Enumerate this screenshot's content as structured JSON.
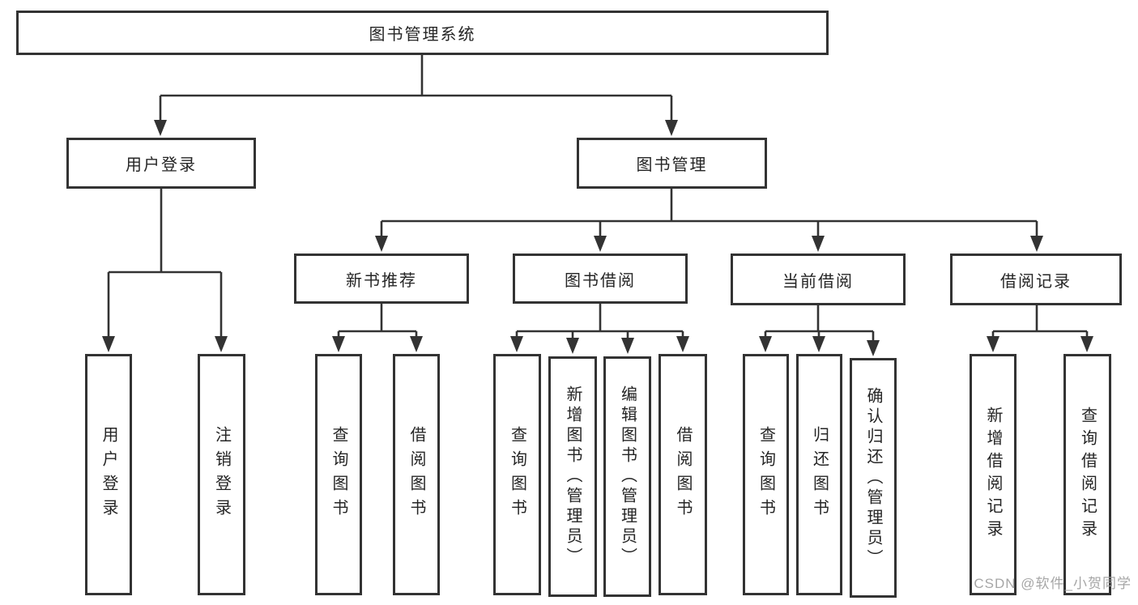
{
  "diagram_title": "图书管理系统",
  "tree": {
    "root": "图书管理系统",
    "children": [
      {
        "label": "用户登录",
        "children": [
          {
            "label": "用户登录"
          },
          {
            "label": "注销登录"
          }
        ]
      },
      {
        "label": "图书管理",
        "children": [
          {
            "label": "新书推荐",
            "children": [
              {
                "label": "查询图书"
              },
              {
                "label": "借阅图书"
              }
            ]
          },
          {
            "label": "图书借阅",
            "children": [
              {
                "label": "查询图书"
              },
              {
                "label": "新增图书（管理员）"
              },
              {
                "label": "编辑图书（管理员）"
              },
              {
                "label": "借阅图书"
              }
            ]
          },
          {
            "label": "当前借阅",
            "children": [
              {
                "label": "查询图书"
              },
              {
                "label": "归还图书"
              },
              {
                "label": "确认归还（管理员）"
              }
            ]
          },
          {
            "label": "借阅记录",
            "children": [
              {
                "label": "新增借阅记录"
              },
              {
                "label": "查询借阅记录"
              }
            ]
          }
        ]
      }
    ]
  },
  "watermark": {
    "text": "CSDN @软件_小贺同学"
  },
  "colors": {
    "line": "#333333",
    "box_border": "#333333",
    "text": "#252525",
    "background": "#ffffff",
    "watermark": "#9e9e9e"
  }
}
